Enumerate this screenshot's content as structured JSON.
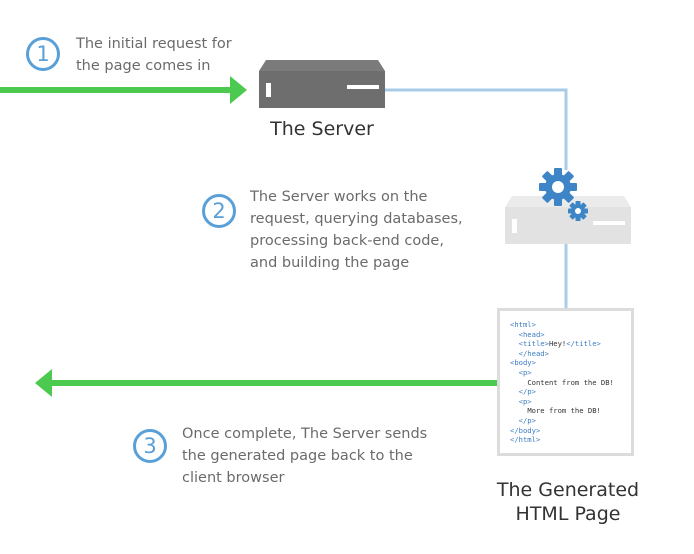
{
  "steps": [
    {
      "number": "1",
      "text": "The initial request for\nthe page comes in"
    },
    {
      "number": "2",
      "text": "The Server works on the\nrequest, querying databases,\nprocessing back-end code,\nand building the page"
    },
    {
      "number": "3",
      "text": "Once complete, The Server sends\nthe generated page back to the\nclient browser"
    }
  ],
  "labels": {
    "server": "The Server",
    "generated_page": "The Generated\nHTML Page"
  },
  "code_lines": [
    {
      "indent": "",
      "pre": "",
      "tag1": "<html>",
      "text": "",
      "tag2": ""
    },
    {
      "indent": "  ",
      "pre": "",
      "tag1": "<head>",
      "text": "",
      "tag2": ""
    },
    {
      "indent": "  ",
      "pre": "",
      "tag1": "<title>",
      "text": "Hey!",
      "tag2": "</title>"
    },
    {
      "indent": "  ",
      "pre": "",
      "tag1": "</head>",
      "text": "",
      "tag2": ""
    },
    {
      "indent": "",
      "pre": "",
      "tag1": "<body>",
      "text": "",
      "tag2": ""
    },
    {
      "indent": "  ",
      "pre": "",
      "tag1": "<p>",
      "text": "",
      "tag2": ""
    },
    {
      "indent": "    ",
      "pre": "",
      "tag1": "",
      "text": "Content from the DB!",
      "tag2": ""
    },
    {
      "indent": "  ",
      "pre": "",
      "tag1": "</p>",
      "text": "",
      "tag2": ""
    },
    {
      "indent": "  ",
      "pre": "",
      "tag1": "<p>",
      "text": "",
      "tag2": ""
    },
    {
      "indent": "    ",
      "pre": "",
      "tag1": "",
      "text": "More from the DB!",
      "tag2": ""
    },
    {
      "indent": "  ",
      "pre": "",
      "tag1": "</p>",
      "text": "",
      "tag2": ""
    },
    {
      "indent": "",
      "pre": "",
      "tag1": "</body>",
      "text": "",
      "tag2": ""
    },
    {
      "indent": "",
      "pre": "",
      "tag1": "</html>",
      "text": "",
      "tag2": ""
    }
  ],
  "colors": {
    "arrow_green": "#4cc94f",
    "connector_blue": "#a8cce8",
    "step_blue": "#5aa0d8",
    "server_dark": "#6e6e6e",
    "server_light": "#e2e2e2",
    "gear_blue": "#3d85c6",
    "doc_border": "#dcdcdc"
  },
  "icons": {
    "server_top": "server-icon",
    "server_working": "server-with-gears-icon",
    "gear_large": "gear-icon",
    "gear_small": "small-gear-icon",
    "document": "html-document-icon"
  }
}
